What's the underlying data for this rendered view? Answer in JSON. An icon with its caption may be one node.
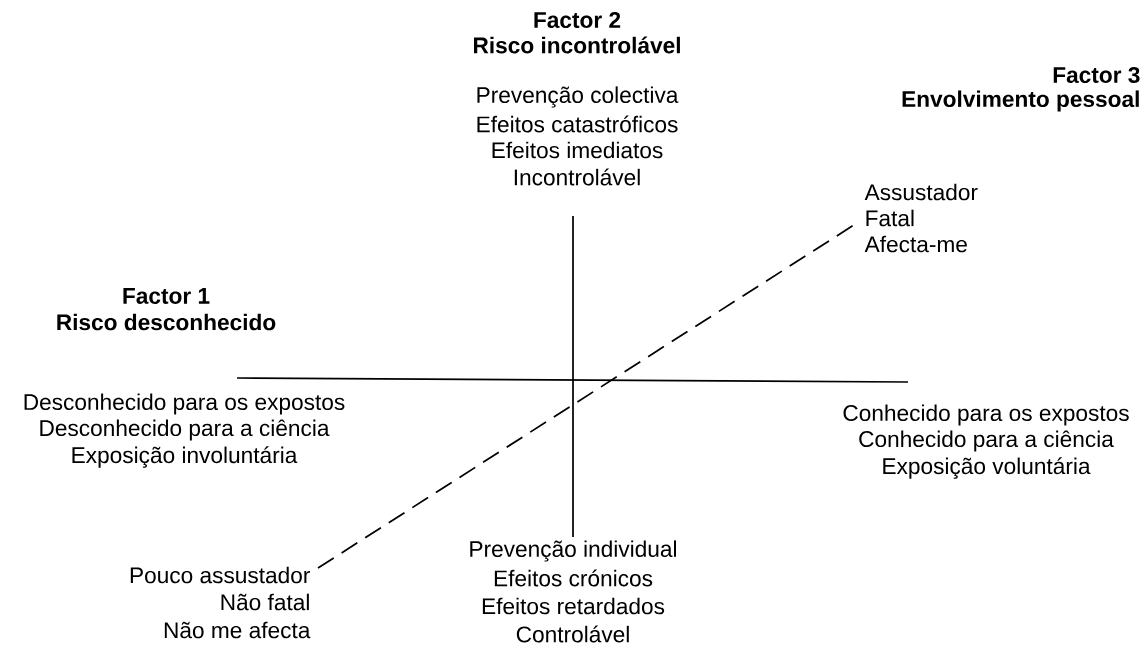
{
  "diagram": {
    "labels": [
      "Factor 2",
      "Risco incontrolável",
      "Prevenção colectiva",
      "Efeitos catastróficos",
      "Efeitos imediatos",
      "Incontrolável",
      "Factor 3",
      "Envolvimento pessoal",
      "Assustador",
      "Fatal",
      "Afecta-me",
      "Factor 1",
      "Risco desconhecido",
      "Desconhecido para os expostos",
      "Desconhecido para a ciência",
      "Exposição involuntária",
      "Conhecido para os expostos",
      "Conhecido para a ciência",
      "Exposição voluntária",
      "Pouco assustador",
      "Não fatal",
      "Não me afecta",
      "Prevenção individual",
      "Efeitos crónicos",
      "Efeitos retardados",
      "Controlável"
    ]
  }
}
